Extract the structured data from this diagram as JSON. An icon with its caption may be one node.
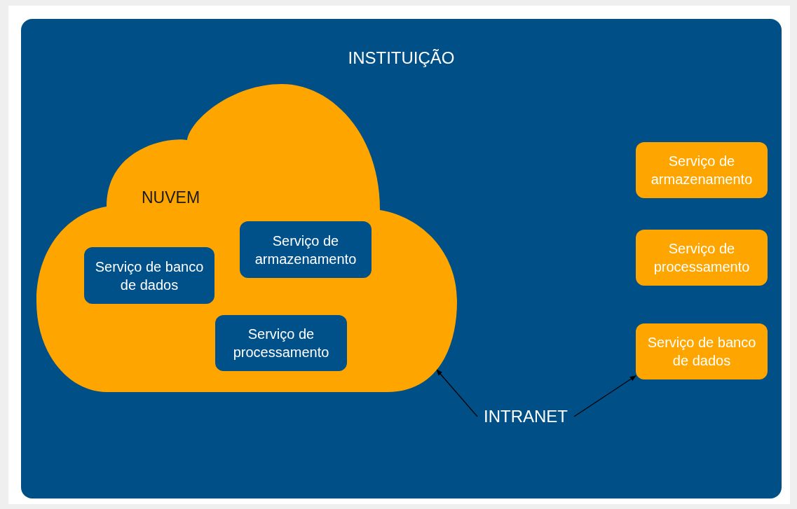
{
  "diagram": {
    "nodes": [
      {
        "text": [
          "INSTITUIÇÃO"
        ]
      },
      {
        "text": [
          "NUVEM"
        ],
        "in": 0
      },
      {
        "text": [
          "Serviço de armazenamento"
        ],
        "in": 1
      },
      {
        "text": [
          "Serviço de banco de dados"
        ],
        "in": 1
      },
      {
        "text": [
          "Serviço de processamento"
        ],
        "in": 1
      },
      {
        "text": [
          "Serviço de armazenamento"
        ],
        "in": 0
      },
      {
        "text": [
          "Serviço de processamento"
        ],
        "in": 0
      },
      {
        "text": [
          "Serviço de banco de dados"
        ],
        "in": 0
      },
      {
        "text": [
          "INTRANET"
        ],
        "in": 0
      }
    ],
    "edges": [
      {
        "from": 8,
        "to": 1,
        "arrow": "to"
      },
      {
        "from": 8,
        "to": 7,
        "arrow": "to"
      }
    ]
  }
}
